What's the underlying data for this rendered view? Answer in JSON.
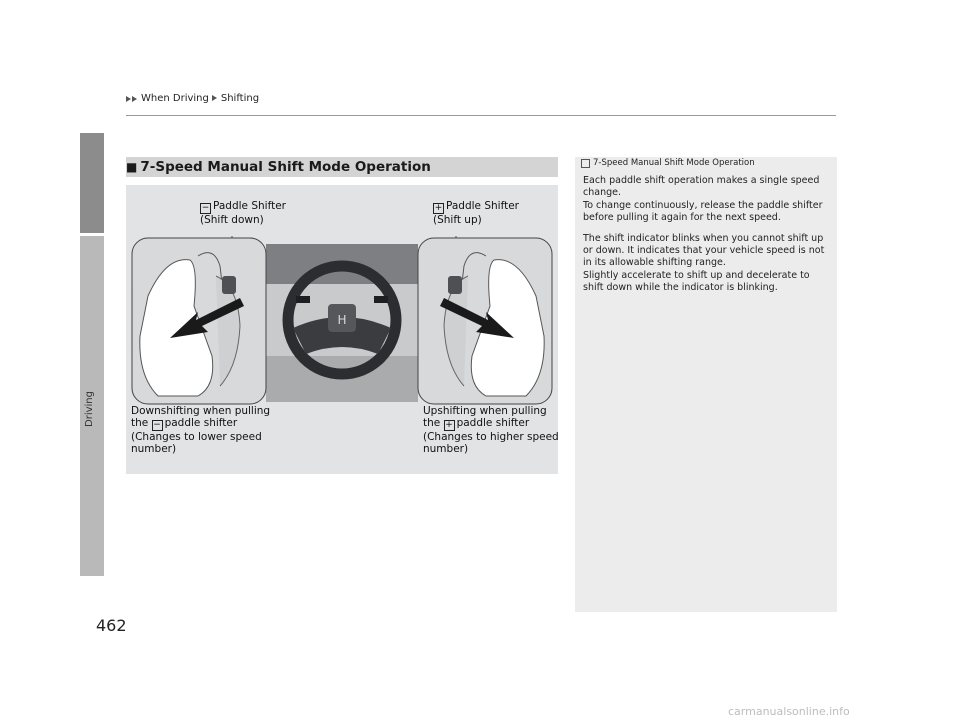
{
  "breadcrumb": {
    "level1": "When Driving",
    "level2": "Shifting"
  },
  "side_tab": {
    "label": "Driving"
  },
  "page_number": "462",
  "section": {
    "marker": "■",
    "title": "7-Speed Manual Shift Mode Operation"
  },
  "figure": {
    "minus_key": "−",
    "plus_key": "+",
    "left_callout": {
      "line1": "Paddle Shifter",
      "line2": "(Shift down)"
    },
    "right_callout": {
      "line1": "Paddle Shifter",
      "line2": "(Shift up)"
    },
    "left_caption": {
      "line1": "Downshifting when pulling",
      "line2_prefix": "the",
      "line2_suffix": "paddle shifter",
      "line3": "(Changes to lower speed",
      "line4": "number)"
    },
    "right_caption": {
      "line1": "Upshifting when pulling",
      "line2_prefix": "the",
      "line2_suffix": "paddle shifter",
      "line3": "(Changes to higher speed",
      "line4": "number)"
    }
  },
  "note": {
    "title": "7-Speed Manual Shift Mode Operation",
    "p1": "Each paddle shift operation makes a single speed change.",
    "p1b": "To change continuously, release the paddle shifter before pulling it again for the next speed.",
    "p2": "The shift indicator blinks when you cannot shift up or down. It indicates that your vehicle speed is not in its allowable shifting range.",
    "p2b": "Slightly accelerate to shift up and decelerate to shift down while the indicator is blinking."
  },
  "watermark": "carmanualsonline.info"
}
